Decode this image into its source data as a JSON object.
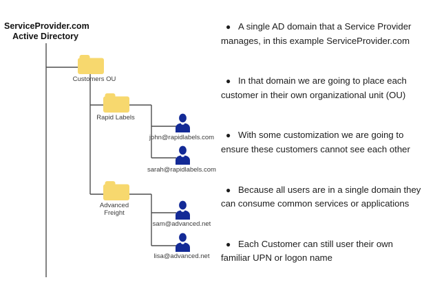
{
  "diagram": {
    "title": {
      "line1": "ServiceProvider.com",
      "line2": "Active Directory"
    },
    "root_folder": {
      "label": "Customers OU"
    },
    "customer_ous": [
      {
        "label": "Rapid Labels"
      },
      {
        "label_line1": "Advanced",
        "label_line2": "Freight"
      }
    ],
    "users": [
      {
        "email": "john@rapidlabels.com"
      },
      {
        "email": "sarah@rapidlabels.com"
      },
      {
        "email": "sam@advanced.net"
      },
      {
        "email": "lisa@advanced.net"
      }
    ],
    "colors": {
      "folder": "#F7D86E",
      "user_icon": "#132A96",
      "connector_line": "#4D4D4D"
    }
  },
  "bullets": [
    {
      "lines": [
        "A single AD domain that a Service Provider",
        "manages, in this example ServiceProvider.com"
      ]
    },
    {
      "lines": [
        "In that domain we are going to place each",
        "customer in their own organizational unit (OU)"
      ]
    },
    {
      "lines": [
        "With some customization we are going to",
        "ensure these customers cannot see each other"
      ]
    },
    {
      "lines": [
        "Because all users are in a single domain they",
        "can consume common services or applications"
      ]
    },
    {
      "lines": [
        "Each Customer can still user their own",
        "familiar UPN or logon name"
      ]
    }
  ]
}
